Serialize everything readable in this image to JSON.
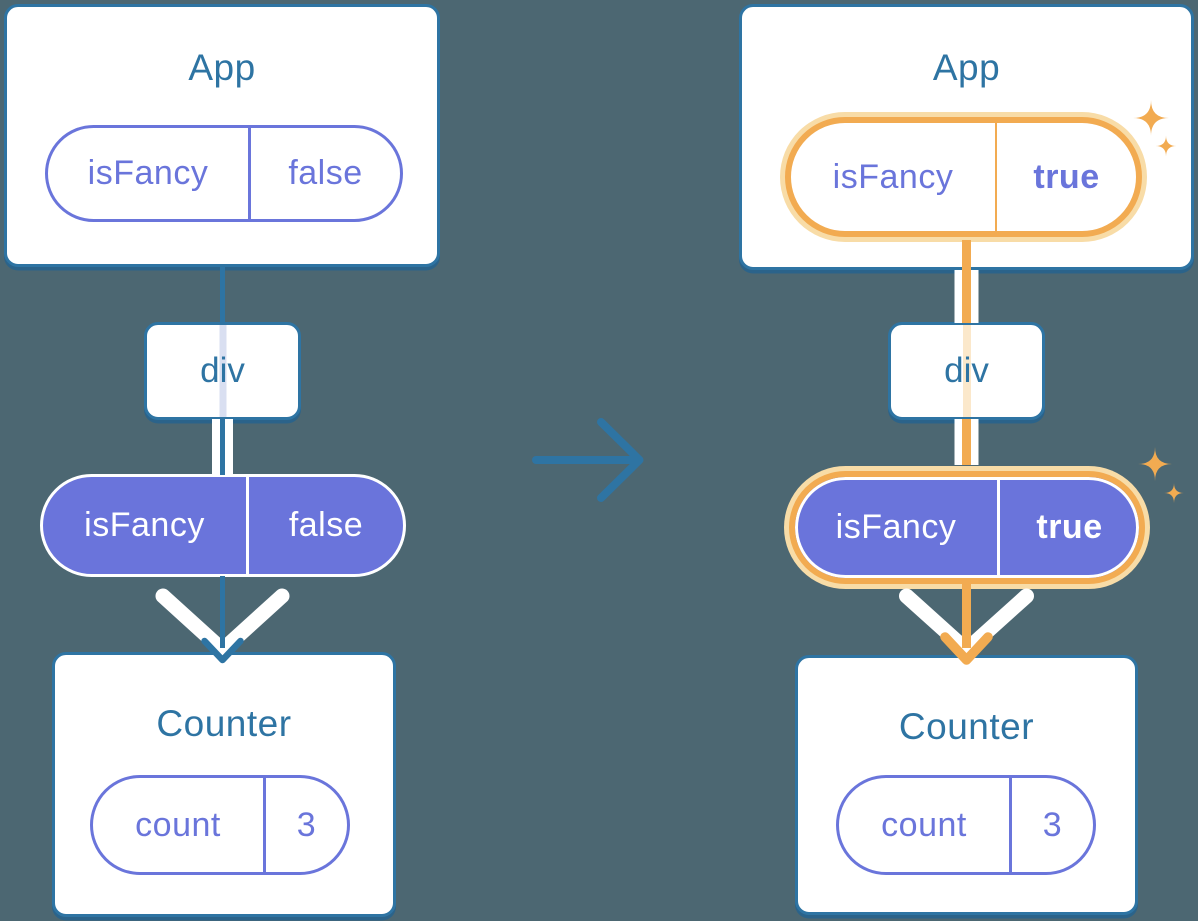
{
  "colors": {
    "background": "#4C6772",
    "tree_blue": "#2E74A3",
    "purple": "#6A75DB",
    "purple_fill": "#6A74DB",
    "pale_lavender": "#D9DFF1",
    "orange": "#F2AB51",
    "orange_pale": "#F8DCA7",
    "orange_faint": "#FBE8CB",
    "card_white": "#FFFFFF"
  },
  "icons": {
    "transition_arrow_icon": "arrow-right",
    "sparkle_icon": "four-point-star"
  },
  "left_tree": {
    "app_title": "App",
    "app_prop": {
      "name": "isFancy",
      "value": "false"
    },
    "div_label": "div",
    "passed_prop": {
      "name": "isFancy",
      "value": "false"
    },
    "counter_title": "Counter",
    "counter_state": {
      "name": "count",
      "value": "3"
    }
  },
  "right_tree": {
    "app_title": "App",
    "app_prop": {
      "name": "isFancy",
      "value": "true"
    },
    "div_label": "div",
    "passed_prop": {
      "name": "isFancy",
      "value": "true"
    },
    "counter_title": "Counter",
    "counter_state": {
      "name": "count",
      "value": "3"
    }
  }
}
